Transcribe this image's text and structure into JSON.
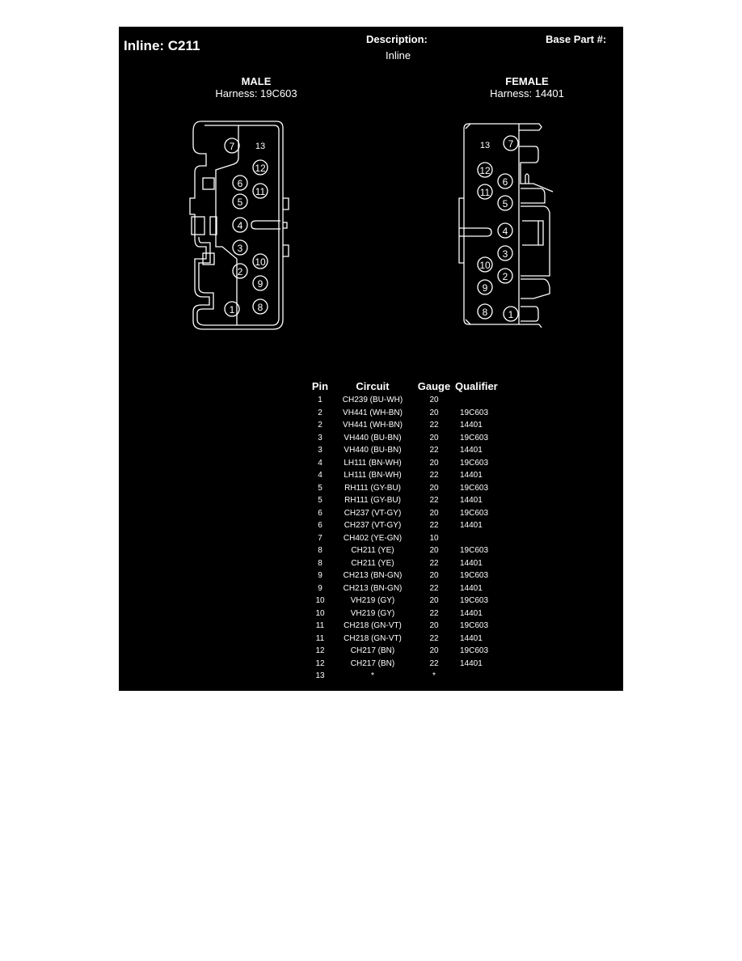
{
  "header": {
    "title": "Inline: C211",
    "description_label": "Description:",
    "description_value": "Inline",
    "base_part_label": "Base Part #:"
  },
  "male": {
    "title": "MALE",
    "harness": "Harness: 19C603",
    "pins": [
      "1",
      "2",
      "3",
      "4",
      "5",
      "6",
      "7",
      "8",
      "9",
      "10",
      "11",
      "12",
      "13"
    ]
  },
  "female": {
    "title": "FEMALE",
    "harness": "Harness: 14401",
    "pins": [
      "1",
      "2",
      "3",
      "4",
      "5",
      "6",
      "7",
      "8",
      "9",
      "10",
      "11",
      "12",
      "13"
    ]
  },
  "table": {
    "headers": {
      "pin": "Pin",
      "circuit": "Circuit",
      "gauge": "Gauge",
      "qualifier": "Qualifier"
    },
    "rows": [
      {
        "pin": "1",
        "circuit": "CH239 (BU-WH)",
        "gauge": "20",
        "qualifier": ""
      },
      {
        "pin": "2",
        "circuit": "VH441 (WH-BN)",
        "gauge": "20",
        "qualifier": "19C603"
      },
      {
        "pin": "2",
        "circuit": "VH441 (WH-BN)",
        "gauge": "22",
        "qualifier": "14401"
      },
      {
        "pin": "3",
        "circuit": "VH440 (BU-BN)",
        "gauge": "20",
        "qualifier": "19C603"
      },
      {
        "pin": "3",
        "circuit": "VH440 (BU-BN)",
        "gauge": "22",
        "qualifier": "14401"
      },
      {
        "pin": "4",
        "circuit": "LH111 (BN-WH)",
        "gauge": "20",
        "qualifier": "19C603"
      },
      {
        "pin": "4",
        "circuit": "LH111 (BN-WH)",
        "gauge": "22",
        "qualifier": "14401"
      },
      {
        "pin": "5",
        "circuit": "RH111 (GY-BU)",
        "gauge": "20",
        "qualifier": "19C603"
      },
      {
        "pin": "5",
        "circuit": "RH111 (GY-BU)",
        "gauge": "22",
        "qualifier": "14401"
      },
      {
        "pin": "6",
        "circuit": "CH237 (VT-GY)",
        "gauge": "20",
        "qualifier": "19C603"
      },
      {
        "pin": "6",
        "circuit": "CH237 (VT-GY)",
        "gauge": "22",
        "qualifier": "14401"
      },
      {
        "pin": "7",
        "circuit": "CH402 (YE-GN)",
        "gauge": "10",
        "qualifier": ""
      },
      {
        "pin": "8",
        "circuit": "CH211 (YE)",
        "gauge": "20",
        "qualifier": "19C603"
      },
      {
        "pin": "8",
        "circuit": "CH211 (YE)",
        "gauge": "22",
        "qualifier": "14401"
      },
      {
        "pin": "9",
        "circuit": "CH213 (BN-GN)",
        "gauge": "20",
        "qualifier": "19C603"
      },
      {
        "pin": "9",
        "circuit": "CH213 (BN-GN)",
        "gauge": "22",
        "qualifier": "14401"
      },
      {
        "pin": "10",
        "circuit": "VH219 (GY)",
        "gauge": "20",
        "qualifier": "19C603"
      },
      {
        "pin": "10",
        "circuit": "VH219 (GY)",
        "gauge": "22",
        "qualifier": "14401"
      },
      {
        "pin": "11",
        "circuit": "CH218 (GN-VT)",
        "gauge": "20",
        "qualifier": "19C603"
      },
      {
        "pin": "11",
        "circuit": "CH218 (GN-VT)",
        "gauge": "22",
        "qualifier": "14401"
      },
      {
        "pin": "12",
        "circuit": "CH217 (BN)",
        "gauge": "20",
        "qualifier": "19C603"
      },
      {
        "pin": "12",
        "circuit": "CH217 (BN)",
        "gauge": "22",
        "qualifier": "14401"
      },
      {
        "pin": "13",
        "circuit": "*",
        "gauge": "*",
        "qualifier": ""
      }
    ]
  }
}
